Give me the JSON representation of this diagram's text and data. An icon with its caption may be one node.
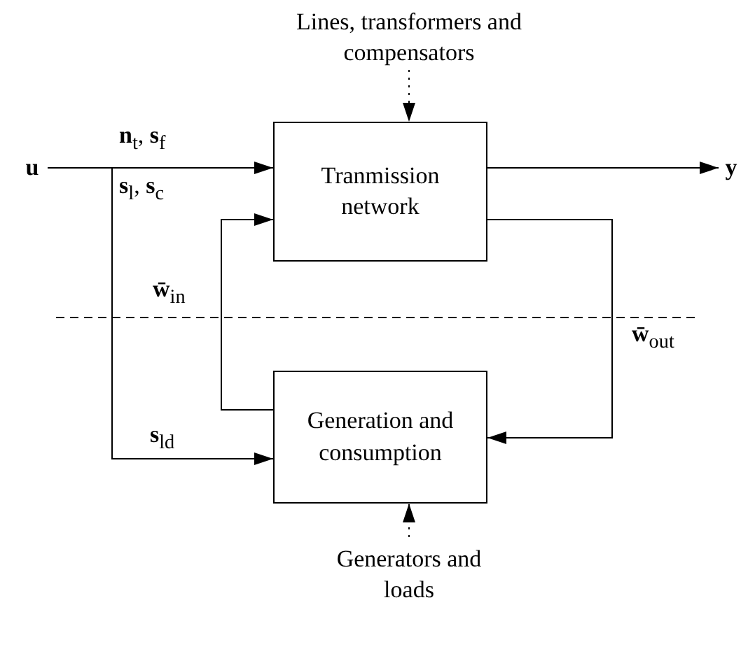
{
  "diagram": {
    "nodes": [
      {
        "text": [
          "Tranmission network"
        ]
      },
      {
        "text": [
          "Generation and consumption"
        ]
      },
      {
        "text": [
          "Lines, transformers and compensators"
        ]
      },
      {
        "text": [
          "Generators and loads"
        ]
      },
      {
        "text": [
          "**u**"
        ]
      },
      {
        "text": [
          "**y**"
        ]
      }
    ],
    "edges": [
      {
        "from": 2,
        "to": 0,
        "arrow": "to",
        "style": "dashed"
      },
      {
        "from": 3,
        "to": 1,
        "arrow": "to",
        "style": "dashed"
      },
      {
        "from": 4,
        "to": 0,
        "arrow": "to",
        "label": "**n**$_{t}$, **s**$_{f}$"
      },
      {
        "from": 4,
        "to": 1,
        "arrow": "to",
        "label": "**s**$_{ld}$"
      },
      {
        "from": 0,
        "to": 5,
        "arrow": "to"
      },
      {
        "from": 0,
        "to": 1,
        "arrow": "to",
        "label": "**w̄**$_{out}$"
      },
      {
        "from": 1,
        "to": 0,
        "arrow": "to",
        "label": "**w̄**$_{in}$"
      }
    ],
    "labels": [
      "**s**$_{l}$, **s**$_{c}$"
    ]
  }
}
